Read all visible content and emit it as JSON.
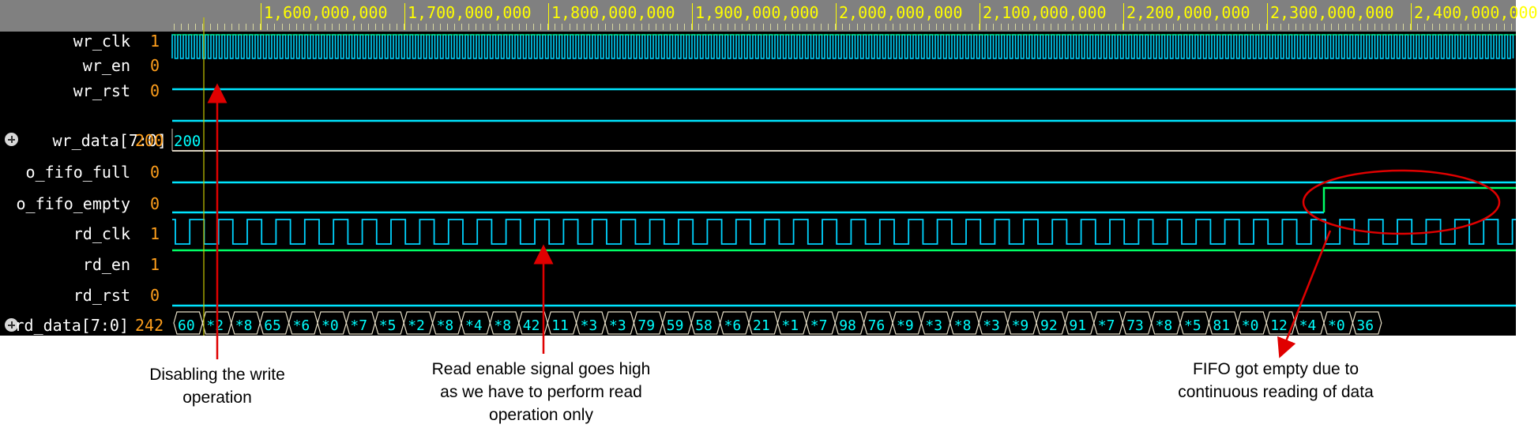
{
  "ruler": {
    "labels": [
      "1,600,000,000",
      "1,700,000,000",
      "1,800,000,000",
      "1,900,000,000",
      "2,000,000,000",
      "2,100,000,000",
      "2,200,000,000",
      "2,300,000,000",
      "2,400,000,000"
    ]
  },
  "signals": [
    {
      "name": "wr_clk",
      "value": "1",
      "kind": "clock",
      "color": "#00d4ff"
    },
    {
      "name": "wr_en",
      "value": "0",
      "kind": "low",
      "color": "#00e5ff"
    },
    {
      "name": "wr_rst",
      "value": "0",
      "kind": "low",
      "color": "#00e5ff"
    },
    {
      "name": "wr_data[7:0]",
      "value": "200",
      "kind": "bus",
      "expandable": true,
      "bus_values": [
        "200"
      ],
      "color": "#00ffff"
    },
    {
      "name": "o_fifo_full",
      "value": "0",
      "kind": "low",
      "color": "#00e5ff"
    },
    {
      "name": "o_fifo_empty",
      "value": "0",
      "kind": "step",
      "color": "#00e5ff",
      "high_color": "#00ff66"
    },
    {
      "name": "rd_clk",
      "value": "1",
      "kind": "clock",
      "color": "#00d4ff"
    },
    {
      "name": "rd_en",
      "value": "1",
      "kind": "high",
      "color": "#00ff66"
    },
    {
      "name": "rd_rst",
      "value": "0",
      "kind": "low",
      "color": "#00e5ff"
    },
    {
      "name": "rd_data[7:0]",
      "value": "242",
      "kind": "bus",
      "expandable": true,
      "bus_values": [
        "60",
        "*2",
        "*8",
        "65",
        "*6",
        "*0",
        "*7",
        "*5",
        "*2",
        "*8",
        "*4",
        "*8",
        "42",
        "11",
        "*3",
        "*3",
        "79",
        "59",
        "58",
        "*6",
        "21",
        "*1",
        "*7",
        "98",
        "76",
        "*9",
        "*3",
        "*8",
        "*3",
        "*9",
        "92",
        "91",
        "*7",
        "73",
        "*8",
        "*5",
        "81",
        "*0",
        "12",
        "*4",
        "*0",
        "36"
      ],
      "color": "#00ffff"
    }
  ],
  "annotations": [
    {
      "text": "Disabling the write operation"
    },
    {
      "text": "Read enable signal goes high as we have to perform read operation only"
    },
    {
      "text": "FIFO got empty due to continuous reading of data"
    }
  ],
  "colors": {
    "arrow": "#e00000",
    "cursor": "#c8c800",
    "highlight_ellipse": "#e00000"
  }
}
